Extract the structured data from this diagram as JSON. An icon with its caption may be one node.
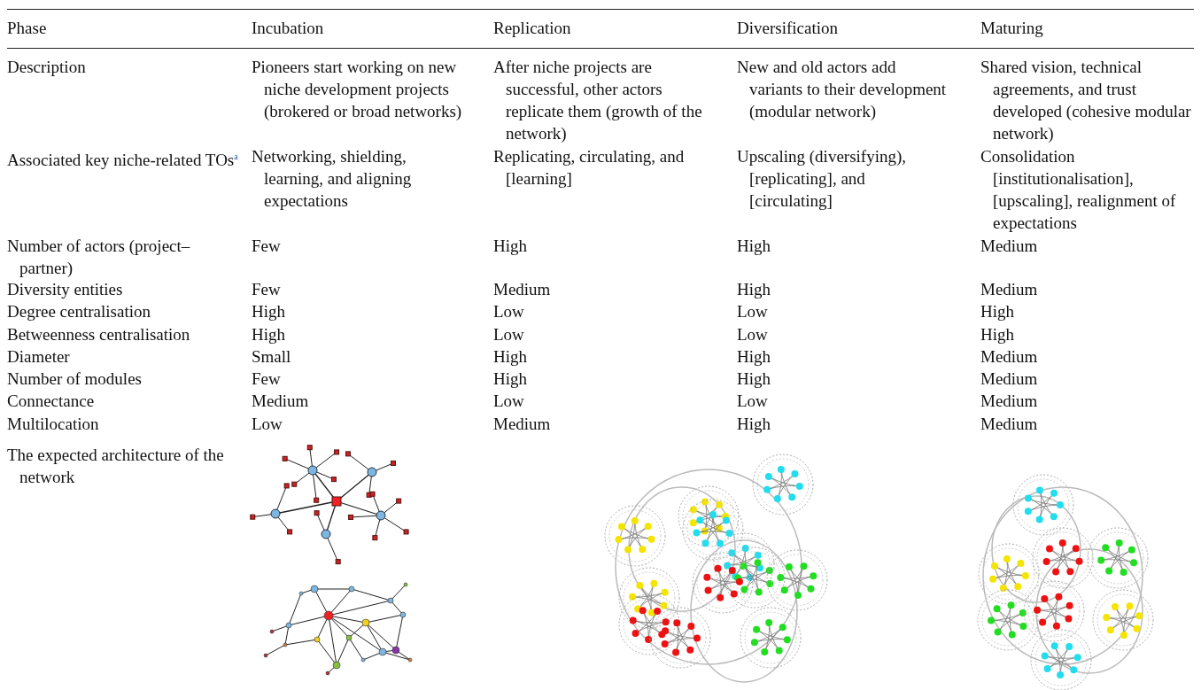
{
  "diagram": {
    "labels": [
      "Phase",
      "Incubation",
      "Replication",
      "Diversification",
      "Maturing",
      "Description",
      "Pioneers start working on new niche development projects (brokered or broad networks)",
      "After niche projects are successful, other actors replicate them (growth of the network)",
      "New and old actors add variants to their development (modular network)",
      "Shared vision, technical agreements, and trust developed (cohesive modular network)",
      "Associated key niche-related TOs$^{a}$",
      "Networking, shielding, learning, and aligning expectations",
      "Replicating, circulating, and [learning]",
      "Upscaling (diversifying), [replicating], and [circulating]",
      "Consolidation [institutionalisation], [upscaling], realignment of expectations",
      "Number of actors (project–partner)",
      "Few",
      "High",
      "High",
      "Medium",
      "Diversity entities",
      "Few",
      "Medium",
      "High",
      "Medium",
      "Degree centralisation",
      "High",
      "Low",
      "Low",
      "High",
      "Betweenness centralisation",
      "High",
      "Low",
      "Low",
      "High",
      "Diameter",
      "Small",
      "High",
      "High",
      "Medium",
      "Number of modules",
      "Few",
      "High",
      "High",
      "Medium",
      "Connectance",
      "Medium",
      "Low",
      "Low",
      "Medium",
      "Multilocation",
      "Low",
      "Medium",
      "High",
      "Medium",
      "The expected architecture of the network"
    ]
  }
}
